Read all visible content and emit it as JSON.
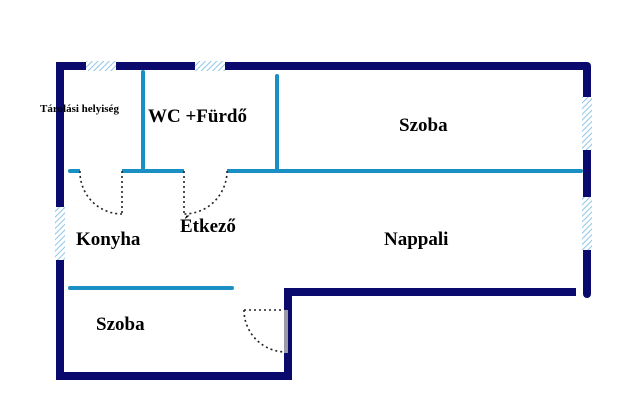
{
  "rooms": {
    "storage": "Tárolási helyiség",
    "wc_bath": "WC +Fürdő",
    "room_top": "Szoba",
    "kitchen": "Konyha",
    "dining": "Étkező",
    "living": "Nappali",
    "room_bottom": "Szoba"
  },
  "colors": {
    "outer_wall": "#0a0a6e",
    "inner_wall": "#1a8fc4",
    "window": "#8fc6e8",
    "door_swing": "#222222",
    "label": "#000000"
  }
}
